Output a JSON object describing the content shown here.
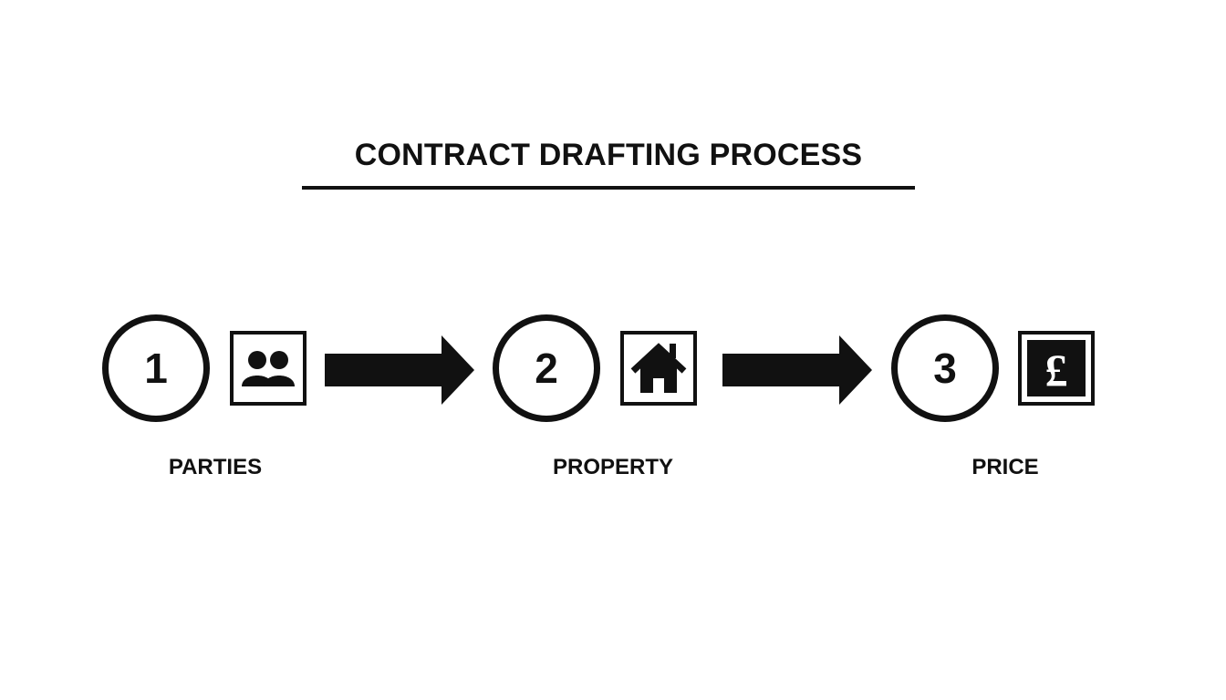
{
  "title": "CONTRACT DRAFTING PROCESS",
  "steps": [
    {
      "number": "1",
      "label": "PARTIES",
      "icon": "people-icon"
    },
    {
      "number": "2",
      "label": "PROPERTY",
      "icon": "house-icon"
    },
    {
      "number": "3",
      "label": "PRICE",
      "icon": "pound-sign-icon",
      "icon_glyph": "£"
    }
  ],
  "colors": {
    "ink": "#111111",
    "background": "#ffffff"
  }
}
